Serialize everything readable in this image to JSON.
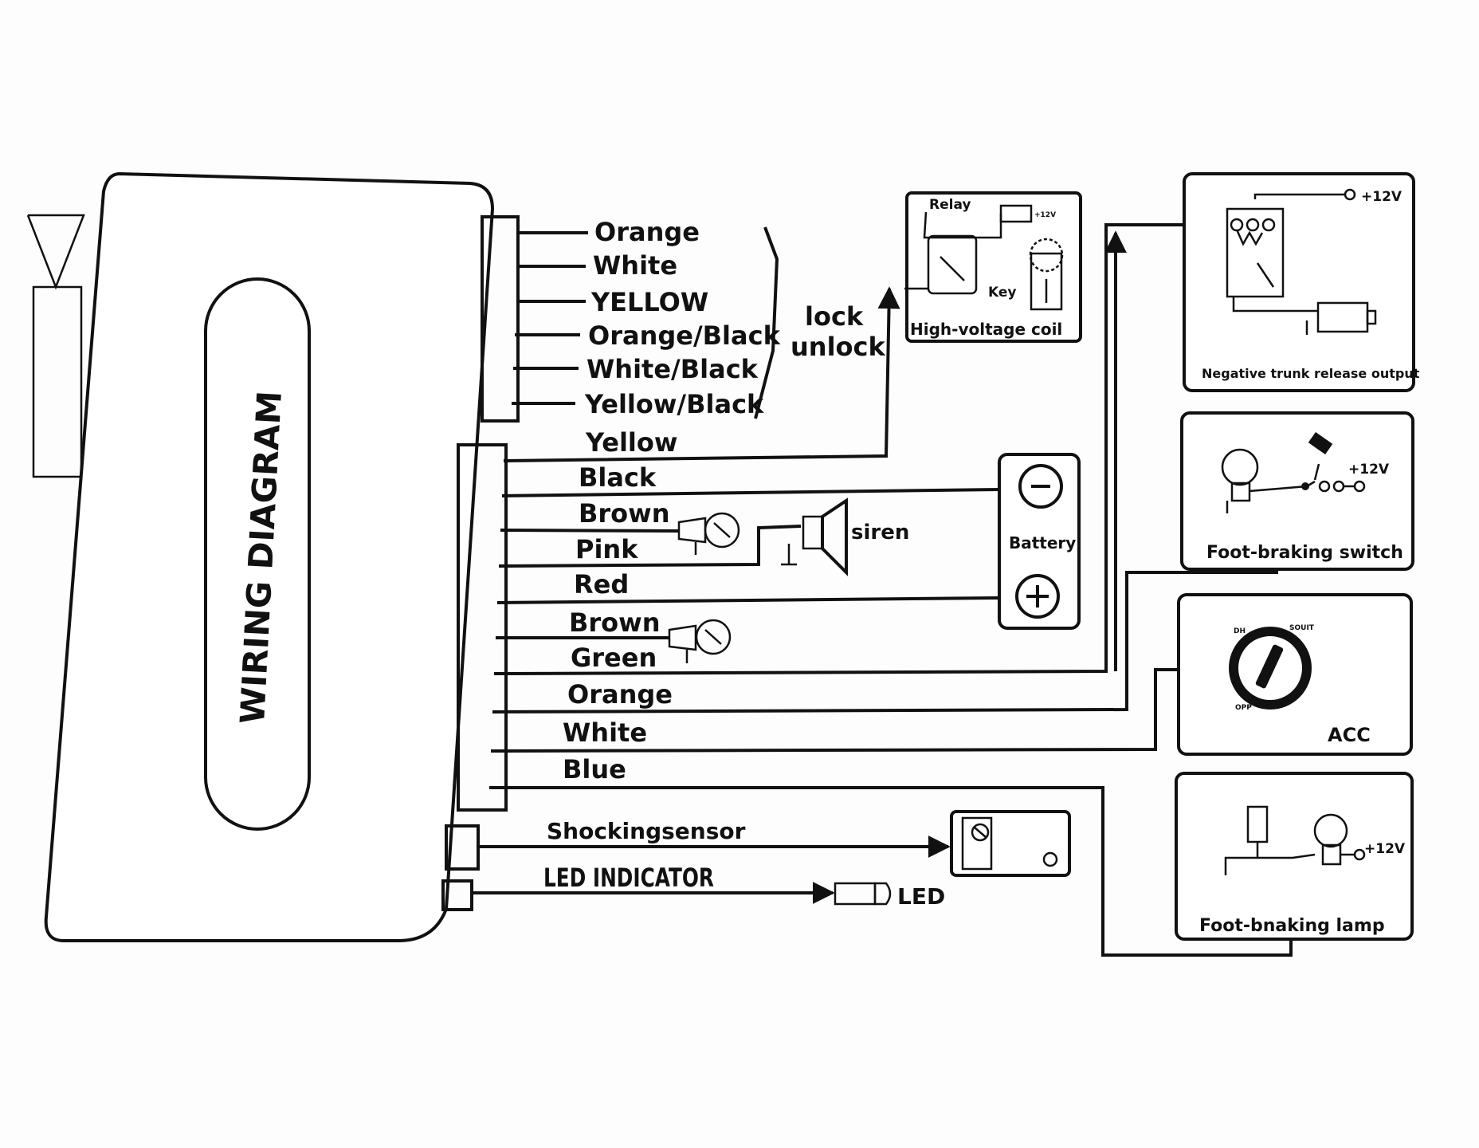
{
  "title": "WIRING DIAGRAM",
  "upper_wires": [
    "Orange",
    "White",
    "YELLOW",
    "Orange/Black",
    "White/Black",
    "Yellow/Black"
  ],
  "lock_label": {
    "line1": "lock",
    "line2": "unlock"
  },
  "lower_wires": [
    "Yellow",
    "Black",
    "Brown",
    "Pink",
    "Red",
    "Brown",
    "Green",
    "Orange",
    "White",
    "Blue"
  ],
  "sensor_wire": "Shockingsensor",
  "led_wire": "LED INDICATOR",
  "components": {
    "siren": "siren",
    "battery": "Battery",
    "led": "LED",
    "hv_coil": {
      "title": "High-voltage coil",
      "relay": "Relay",
      "key": "Key",
      "supply": "+12V"
    },
    "trunk": {
      "title": "Negative trunk release output",
      "supply": "+12V"
    },
    "foot_switch": {
      "title": "Foot-braking switch",
      "supply": "+12V"
    },
    "acc": {
      "title": "ACC",
      "pos_left": "DH",
      "pos_right": "SOUIT",
      "pos_bottom": "OPP"
    },
    "foot_lamp": {
      "title": "Foot-bnaking lamp",
      "supply": "+12V"
    }
  }
}
